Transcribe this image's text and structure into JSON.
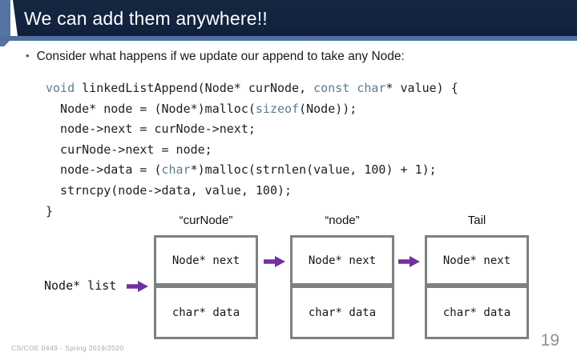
{
  "slide": {
    "title": "We can add them anywhere!!",
    "bullet_marker": "•",
    "bullet": "Consider what happens if we update our append to take any Node:",
    "footer": "CS/COE 0449 - Spring 2019/2020",
    "page_number": "19"
  },
  "code": {
    "lines": [
      {
        "segments": [
          {
            "text": "void",
            "keyword": true
          },
          {
            "text": " linkedListAppend(Node* curNode, ",
            "keyword": false
          },
          {
            "text": "const",
            "keyword": true
          },
          {
            "text": " ",
            "keyword": false
          },
          {
            "text": "char",
            "keyword": true
          },
          {
            "text": "* value) {",
            "keyword": false
          }
        ]
      },
      {
        "segments": [
          {
            "text": "  Node* node = (Node*)malloc(",
            "keyword": false
          },
          {
            "text": "sizeof",
            "keyword": true
          },
          {
            "text": "(Node));",
            "keyword": false
          }
        ]
      },
      {
        "segments": [
          {
            "text": "  node->next = curNode->next;",
            "keyword": false
          }
        ]
      },
      {
        "segments": [
          {
            "text": "  curNode->next = node;",
            "keyword": false
          }
        ]
      },
      {
        "segments": [
          {
            "text": "  node->data = (",
            "keyword": false
          },
          {
            "text": "char",
            "keyword": true
          },
          {
            "text": "*)malloc(strnlen(value, 100) + 1);",
            "keyword": false
          }
        ]
      },
      {
        "segments": [
          {
            "text": "  strncpy(node->data, value, 100);",
            "keyword": false
          }
        ]
      },
      {
        "segments": [
          {
            "text": "}",
            "keyword": false
          }
        ]
      }
    ]
  },
  "diagram": {
    "list_pointer_label": "Node* list",
    "nodes": [
      {
        "label": "“curNode”",
        "next_field": "Node* next",
        "data_field": "char* data"
      },
      {
        "label": "“node”",
        "next_field": "Node* next",
        "data_field": "char* data"
      },
      {
        "label": "Tail",
        "next_field": "Node* next",
        "data_field": "char* data"
      }
    ]
  },
  "colors": {
    "title_bar": "#132440",
    "accent_stripe": "#5573a3",
    "underline": "#4f6f9f",
    "keyword": "#5f7b8c",
    "code_text": "#1d1d27",
    "arrow": "#7030a0",
    "box_border": "#808080",
    "footer_text": "#a8a8a8"
  }
}
